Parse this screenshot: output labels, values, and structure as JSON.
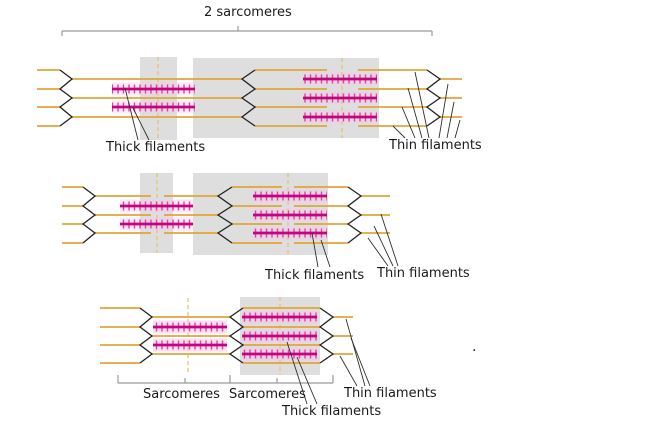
{
  "figure": {
    "title": "2 sarcomeres",
    "labels": {
      "row1": {
        "thick": "Thick filaments",
        "thin": "Thin filaments"
      },
      "row2": {
        "thick": "Thick filaments",
        "thin": "Thin filaments"
      },
      "row3": {
        "sarcomere_left": "Sarcomeres",
        "sarcomere_right": "Sarcomeres",
        "thin": "Thin filaments",
        "thick": "Thick filaments"
      },
      "stray_mark": "."
    },
    "colors": {
      "background": "#FFFFFF",
      "thin_filament": "#DFA53C",
      "thick_filament_core": "#C3047F",
      "thick_filament_bristle": "#E93AAC",
      "thick_filament_halo": "#F5C9E5",
      "band_shading": "#DEDEDE",
      "m_line_dash": "#E4C06A",
      "z_disc": "#222222",
      "leader_line": "#2F2F2F",
      "bracket": "#9A9A9A",
      "text": "#1A1A1A"
    }
  }
}
